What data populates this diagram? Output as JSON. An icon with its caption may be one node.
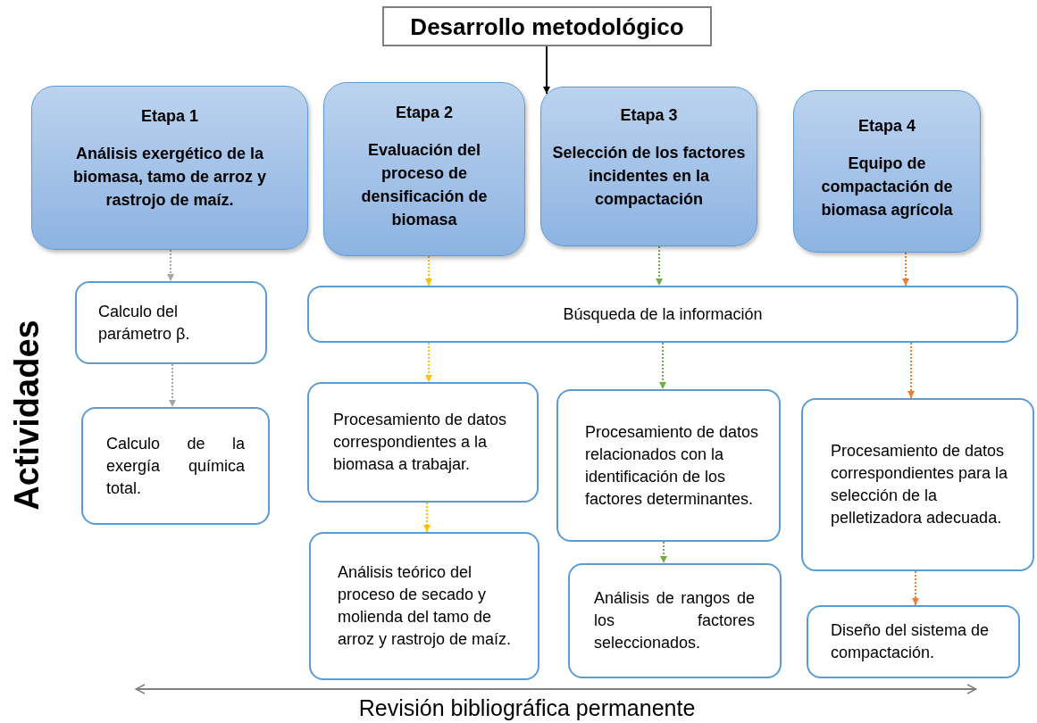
{
  "diagram": {
    "nodes": [
      {
        "text": [
          "Desarrollo metodológico"
        ]
      },
      {
        "text": [
          "Etapa 1",
          "Análisis exergético de la biomasa, tamo de arroz y rastrojo de maíz."
        ]
      },
      {
        "text": [
          "Etapa 2",
          "Evaluación del proceso de densificación de biomasa"
        ]
      },
      {
        "text": [
          "Etapa 3",
          "Selección de los factores incidentes en la compactación"
        ]
      },
      {
        "text": [
          "Etapa 4",
          "Equipo de compactación de biomasa agrícola"
        ]
      },
      {
        "text": [
          "Calculo del parámetro β."
        ]
      },
      {
        "text": [
          "Búsqueda de la información"
        ]
      },
      {
        "text": [
          "Calculo de la exergía química total."
        ]
      },
      {
        "text": [
          "Procesamiento de datos correspondientes a la biomasa a trabajar."
        ]
      },
      {
        "text": [
          "Procesamiento de datos relacionados con la identificación de los factores determinantes."
        ]
      },
      {
        "text": [
          "Procesamiento de datos correspondientes para la selección de la pelletizadora adecuada."
        ]
      },
      {
        "text": [
          "Análisis teórico del proceso de secado y molienda del tamo de arroz y rastrojo de maíz."
        ]
      },
      {
        "text": [
          "Análisis de rangos de los factores seleccionados."
        ]
      },
      {
        "text": [
          "Diseño del sistema de compactación."
        ]
      }
    ],
    "edges": [
      {
        "from": 0,
        "to": 3,
        "arrow": "to",
        "color": "#000000"
      },
      {
        "from": 1,
        "to": 5,
        "arrow": "to",
        "style": "dashed",
        "color": "#a6a6a6"
      },
      {
        "from": 5,
        "to": 7,
        "arrow": "to",
        "style": "dashed",
        "color": "#a6a6a6"
      },
      {
        "from": 2,
        "to": 6,
        "arrow": "to",
        "style": "dashed",
        "color": "#ffc000"
      },
      {
        "from": 3,
        "to": 6,
        "arrow": "to",
        "style": "dashed",
        "color": "#70ad47"
      },
      {
        "from": 4,
        "to": 6,
        "arrow": "to",
        "style": "dashed",
        "color": "#ed7d31"
      },
      {
        "from": 6,
        "to": 8,
        "arrow": "to",
        "style": "dashed",
        "color": "#ffc000"
      },
      {
        "from": 6,
        "to": 9,
        "arrow": "to",
        "style": "dashed",
        "color": "#70ad47"
      },
      {
        "from": 6,
        "to": 10,
        "arrow": "to",
        "style": "dashed",
        "color": "#ed7d31"
      },
      {
        "from": 8,
        "to": 11,
        "arrow": "to",
        "style": "dashed",
        "color": "#ffc000"
      },
      {
        "from": 9,
        "to": 12,
        "arrow": "to",
        "style": "dashed",
        "color": "#70ad47"
      },
      {
        "from": 10,
        "to": 13,
        "arrow": "to",
        "style": "dashed",
        "color": "#ed7d31"
      }
    ],
    "labels": [
      "Actividades",
      "Revisión bibliográfica permanente"
    ]
  }
}
